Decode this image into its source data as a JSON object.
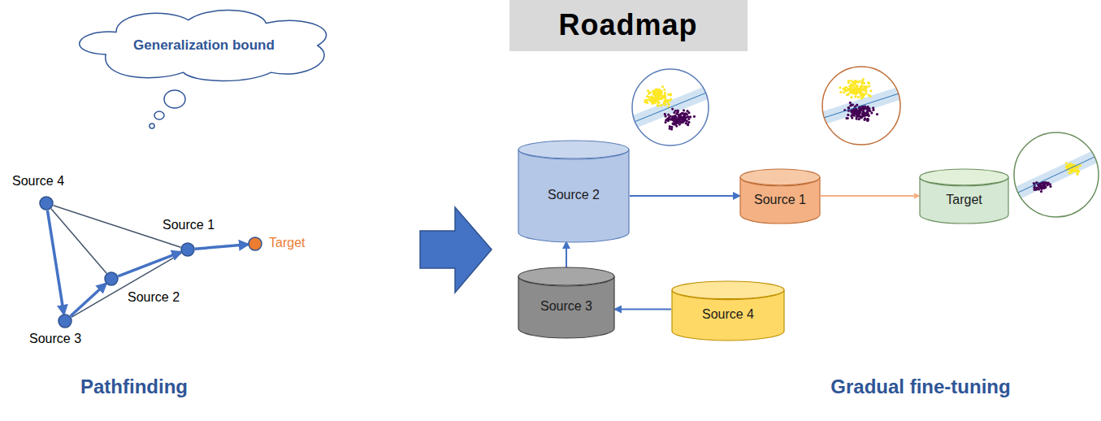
{
  "diagram": {
    "title": "Roadmap",
    "nodes": [
      {
        "text": [
          "Generalization bound"
        ]
      },
      {
        "text": [
          "Source 4"
        ]
      },
      {
        "text": [
          "Source 1"
        ]
      },
      {
        "text": [
          "Target"
        ]
      },
      {
        "text": [
          "Source 2"
        ]
      },
      {
        "text": [
          "Source 3"
        ]
      },
      {
        "text": [
          "Source 2"
        ]
      },
      {
        "text": [
          "Source 1"
        ]
      },
      {
        "text": [
          "Target"
        ]
      },
      {
        "text": [
          "Source 3"
        ]
      },
      {
        "text": [
          "Source 4"
        ]
      }
    ],
    "edges": [
      {
        "from": 1,
        "to": 2,
        "arrow": "none"
      },
      {
        "from": 1,
        "to": 4,
        "arrow": "none"
      },
      {
        "from": 1,
        "to": 5,
        "arrow": "to"
      },
      {
        "from": 5,
        "to": 2,
        "arrow": "none"
      },
      {
        "from": 5,
        "to": 4,
        "arrow": "to"
      },
      {
        "from": 4,
        "to": 2,
        "arrow": "to"
      },
      {
        "from": 2,
        "to": 3,
        "arrow": "to"
      },
      {
        "from": 6,
        "to": 7,
        "arrow": "to"
      },
      {
        "from": 7,
        "to": 8,
        "arrow": "to"
      },
      {
        "from": 9,
        "to": 6,
        "arrow": "to"
      },
      {
        "from": 10,
        "to": 9,
        "arrow": "to"
      }
    ],
    "labels": [
      "Pathfinding",
      "Gradual fine-tuning"
    ]
  }
}
